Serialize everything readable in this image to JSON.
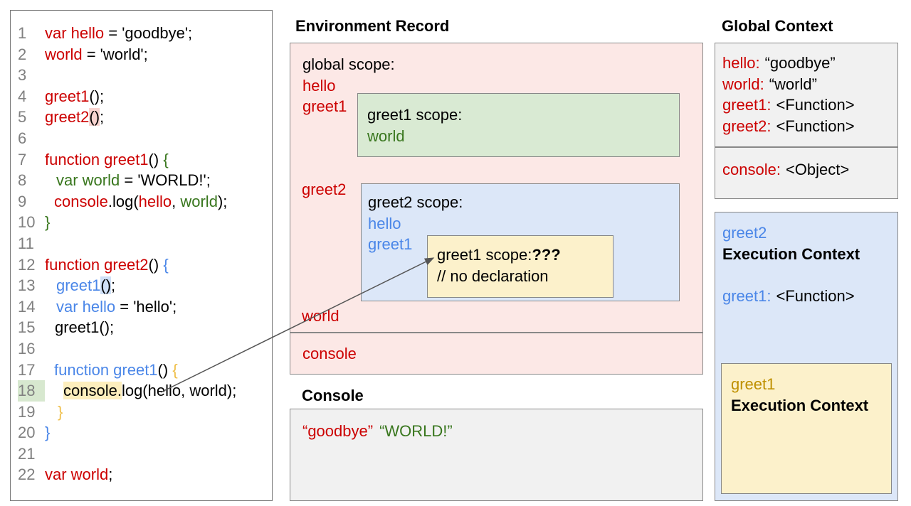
{
  "colors": {
    "red": "#cc0000",
    "green": "#38761d",
    "blue": "#4a86e8",
    "gold": "#efbf4a",
    "gold_dark": "#bf9000",
    "pink_bg": "#fce8e6",
    "green_bg": "#d9ead3",
    "blue_bg": "#dce7f8",
    "yellow_bg": "#fcf1cb",
    "gray_bg": "#f1f1f1",
    "hl_pink": "#f8d3cf",
    "hl_blue": "#cfe0f7",
    "hl_yellow": "#fdeebd",
    "hl_green": "#d7e8cf",
    "ink": "#000000",
    "line_number": "#808080"
  },
  "code_panel": {
    "lines": [
      {
        "n": "1",
        "ind": 0,
        "tokens": [
          [
            "var hello",
            "red"
          ],
          [
            " = 'goodbye';",
            "k"
          ]
        ]
      },
      {
        "n": "2",
        "ind": 0,
        "tokens": [
          [
            "world",
            "red"
          ],
          [
            " = 'world';",
            "k"
          ]
        ]
      },
      {
        "n": "3",
        "ind": 0,
        "tokens": []
      },
      {
        "n": "4",
        "ind": 0,
        "tokens": [
          [
            "greet1",
            "red"
          ],
          [
            "();",
            "k"
          ]
        ]
      },
      {
        "n": "5",
        "ind": 0,
        "tokens": [
          [
            "greet2",
            "red"
          ],
          [
            "()",
            "k",
            "pink"
          ],
          [
            ";",
            "k"
          ]
        ]
      },
      {
        "n": "6",
        "ind": 0,
        "tokens": []
      },
      {
        "n": "7",
        "ind": 0,
        "tokens": [
          [
            "function greet1",
            "red"
          ],
          [
            "() ",
            "k"
          ],
          [
            "{",
            "green"
          ]
        ]
      },
      {
        "n": "8",
        "ind": 16,
        "tokens": [
          [
            "var world",
            "green"
          ],
          [
            " = 'WORLD!';",
            "k"
          ]
        ]
      },
      {
        "n": "9",
        "ind": 13,
        "tokens": [
          [
            "console",
            "red"
          ],
          [
            ".log(",
            "k"
          ],
          [
            "hello",
            "red"
          ],
          [
            ", ",
            "k"
          ],
          [
            "world",
            "green"
          ],
          [
            ");",
            "k"
          ]
        ]
      },
      {
        "n": "10",
        "ind": 0,
        "tokens": [
          [
            "}",
            "green"
          ]
        ]
      },
      {
        "n": "11",
        "ind": 0,
        "tokens": []
      },
      {
        "n": "12",
        "ind": 0,
        "tokens": [
          [
            "function greet2",
            "red"
          ],
          [
            "() ",
            "k"
          ],
          [
            "{",
            "blue"
          ]
        ]
      },
      {
        "n": "13",
        "ind": 16,
        "tokens": [
          [
            "greet1",
            "blue"
          ],
          [
            "()",
            "k",
            "blue"
          ],
          [
            ";",
            "k"
          ]
        ]
      },
      {
        "n": "14",
        "ind": 16,
        "tokens": [
          [
            "var hello",
            "blue"
          ],
          [
            " = 'hello';",
            "k"
          ]
        ]
      },
      {
        "n": "15",
        "ind": 14,
        "tokens": [
          [
            "greet1();",
            "k"
          ]
        ]
      },
      {
        "n": "16",
        "ind": 0,
        "tokens": []
      },
      {
        "n": "17",
        "ind": 13,
        "tokens": [
          [
            "function greet1",
            "blue"
          ],
          [
            "() ",
            "k"
          ],
          [
            "{",
            "gold"
          ]
        ]
      },
      {
        "n": "18",
        "ind": 26,
        "nhl": true,
        "tokens": [
          [
            "console.",
            "k",
            "yellow"
          ],
          [
            "log(hello, world);",
            "k"
          ]
        ]
      },
      {
        "n": "19",
        "ind": 18,
        "tokens": [
          [
            "}",
            "gold"
          ]
        ]
      },
      {
        "n": "20",
        "ind": 0,
        "tokens": [
          [
            "}",
            "blue"
          ]
        ]
      },
      {
        "n": "21",
        "ind": 0,
        "tokens": []
      },
      {
        "n": "22",
        "ind": 0,
        "tokens": [
          [
            "var world",
            "red"
          ],
          [
            ";",
            "k"
          ]
        ]
      }
    ]
  },
  "environment_record": {
    "title": "Environment Record",
    "global_scope_label": "global scope:",
    "vars_top": [
      "hello",
      "greet1"
    ],
    "greet1_scope": {
      "label": "greet1 scope:",
      "var": "world"
    },
    "greet2_label": "greet2",
    "greet2_scope": {
      "label": "greet2 scope:",
      "vars": [
        "hello",
        "greet1"
      ],
      "inner": {
        "label": "greet1 scope:",
        "qqq": "???",
        "comment": "// no declaration"
      }
    },
    "world_label": "world",
    "console_label": "console"
  },
  "console_panel": {
    "title": "Console",
    "output_red": "“goodbye”",
    "output_green": "“WORLD!”"
  },
  "global_context": {
    "title": "Global Context",
    "entries": [
      {
        "k": "hello:",
        "v": "“goodbye”"
      },
      {
        "k": "world:",
        "v": "“world”"
      },
      {
        "k": "greet1:",
        "v": "<Function>"
      },
      {
        "k": "greet2:",
        "v": "<Function>"
      }
    ],
    "console_entry": {
      "k": "console:",
      "v": "<Object>"
    }
  },
  "greet2_execution_context": {
    "name": "greet2",
    "title": "Execution Context",
    "entry": {
      "k": "greet1:",
      "v": "<Function>"
    }
  },
  "greet1_execution_context": {
    "name": "greet1",
    "title": "Execution Context"
  }
}
